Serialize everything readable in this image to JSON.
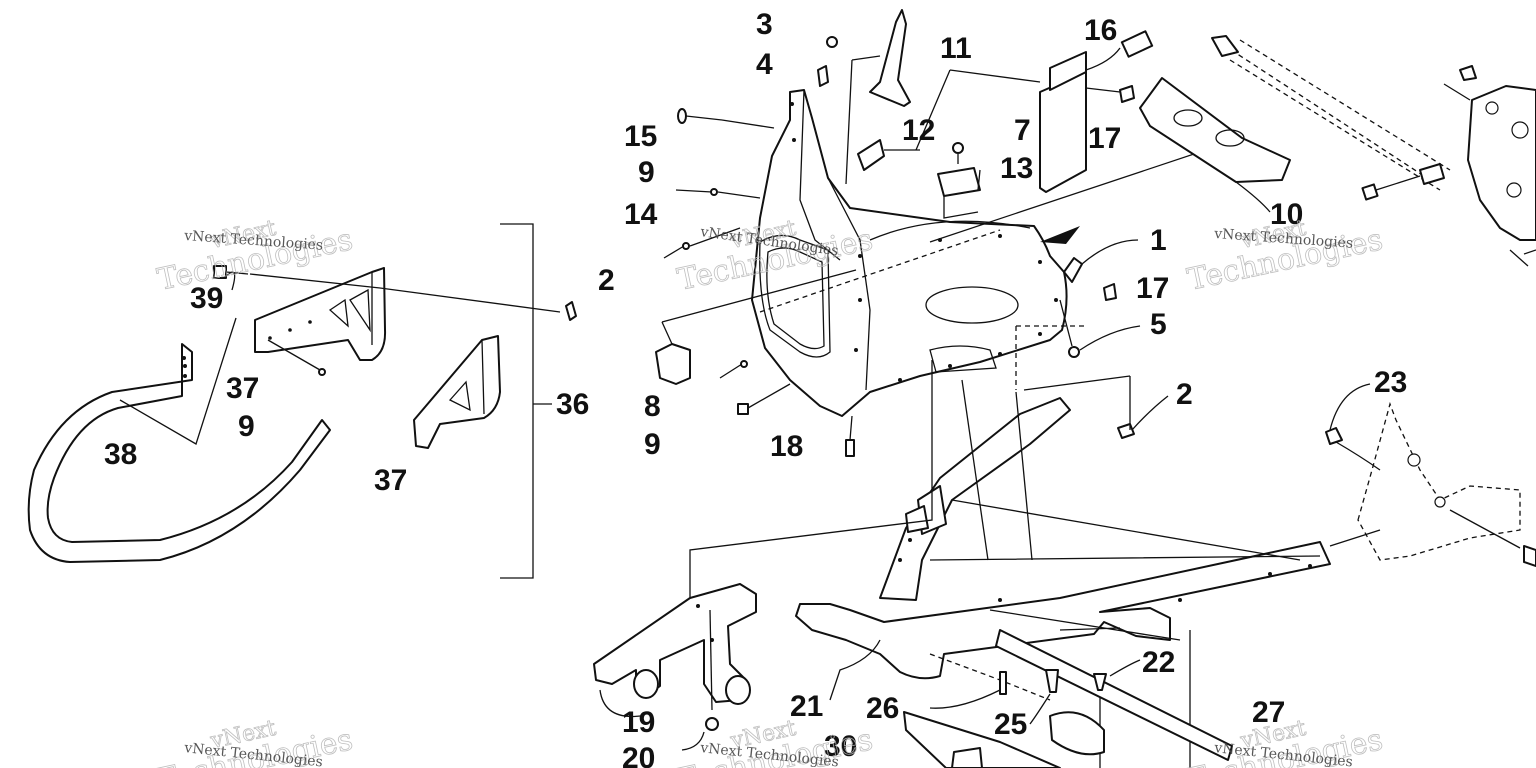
{
  "watermark": {
    "company": "vNext Technologies",
    "logo_big": "Technologies",
    "logo_top": "vNext"
  },
  "callouts": {
    "c1": "1",
    "c2a": "2",
    "c2b": "2",
    "c3": "3",
    "c4": "4",
    "c5": "5",
    "c7": "7",
    "c8": "8",
    "c9a": "9",
    "c9b": "9",
    "c9c": "9",
    "c10": "10",
    "c11": "11",
    "c12": "12",
    "c13": "13",
    "c14": "14",
    "c15": "15",
    "c16": "16",
    "c17a": "17",
    "c17b": "17",
    "c18": "18",
    "c19": "19",
    "c20": "20",
    "c21": "21",
    "c22": "22",
    "c23": "23",
    "c25": "25",
    "c26": "26",
    "c27": "27",
    "c30": "30",
    "c36": "36",
    "c37a": "37",
    "c37b": "37",
    "c38": "38",
    "c39": "39"
  }
}
